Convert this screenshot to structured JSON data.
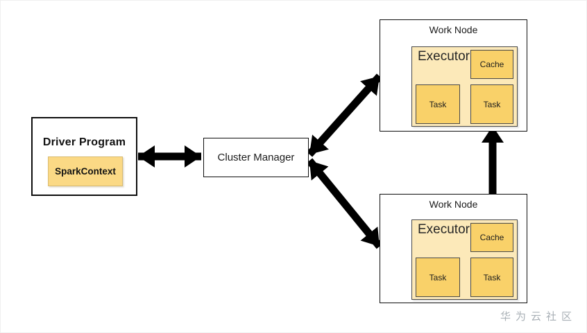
{
  "diagram": {
    "driver": {
      "title": "Driver Program",
      "context_label": "SparkContext"
    },
    "cluster_manager": {
      "label": "Cluster Manager"
    },
    "work_nodes": [
      {
        "title": "Work Node",
        "executor": {
          "label": "Executor",
          "cache_label": "Cache",
          "tasks": [
            "Task",
            "Task"
          ]
        }
      },
      {
        "title": "Work Node",
        "executor": {
          "label": "Executor",
          "cache_label": "Cache",
          "tasks": [
            "Task",
            "Task"
          ]
        }
      }
    ],
    "connections": [
      "Driver Program <-> Cluster Manager",
      "Cluster Manager <-> Work Node (top)",
      "Cluster Manager <-> Work Node (bottom)",
      "Work Node (top) <-> Work Node (bottom)"
    ],
    "watermark": "华为云社区",
    "colors": {
      "executor_fill": "#fce9b9",
      "cell_fill": "#f9d169",
      "spark_fill": "#fbd985",
      "box_border": "#0d0d0d",
      "arrow": "#000000",
      "watermark": "#a9b0b6"
    }
  }
}
